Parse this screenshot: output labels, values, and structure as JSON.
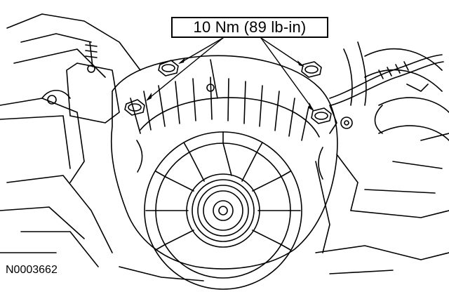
{
  "callout": {
    "torque_label": "10 Nm (89 lb-in)"
  },
  "figure": {
    "code": "N0003662"
  },
  "colors": {
    "ink": "#000000",
    "paper": "#ffffff"
  },
  "parts": [
    "alternator",
    "pulley",
    "bolt",
    "bolt",
    "bolt",
    "bolt",
    "wiring-harness",
    "hose"
  ]
}
